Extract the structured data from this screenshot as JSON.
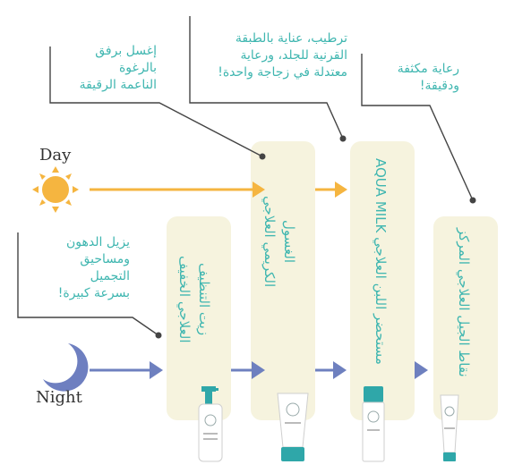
{
  "callouts": {
    "cleanser": [
      "إغسل برفق",
      "بالرغوة",
      "الناعمة الرقيقة"
    ],
    "milk": [
      "ترطيب، عناية بالطبقة",
      "القرنية للجلد، ورعاية",
      "معتدلة في زجاجة واحدة!"
    ],
    "gel": [
      "رعاية مكثفة",
      "ودقيقة!"
    ],
    "oil": [
      "يزيل الدهون",
      "ومساحيق",
      "التجميل",
      "بسرعة كبيرة!"
    ]
  },
  "labels": {
    "day": "Day",
    "night": "Night"
  },
  "products": {
    "oil": [
      "زيت التنظيف",
      "العلاجي الخفيف"
    ],
    "cleanser": [
      "الغسول",
      "الكريمي العلاجي"
    ],
    "milk": [
      "مستحضر اللبن العلاجي AQUA MILK"
    ],
    "gel": [
      "نقاط الجيل العلاجي المركز"
    ]
  },
  "colors": {
    "teal": "#3fb6b0",
    "panel": "#f6f3de",
    "day_arrow": "#f5b540",
    "night_arrow": "#6e80bf",
    "moon": "#6e7fc0",
    "sun": "#f5b540"
  }
}
